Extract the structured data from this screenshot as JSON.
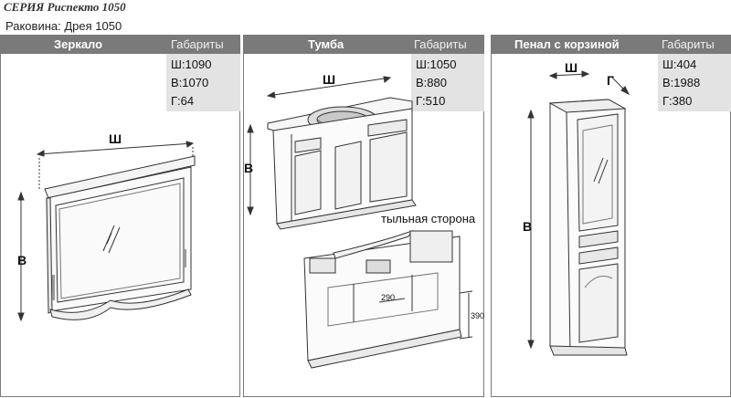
{
  "header": {
    "series": "СЕРИЯ Риспекто 1050",
    "sink": "Раковина: Дрея 1050"
  },
  "panels": [
    {
      "name": "Зеркало",
      "dims_label": "Габариты",
      "dims": [
        "Ш:1090",
        "В:1070",
        "Г:64"
      ],
      "labels": {
        "width": "Ш",
        "height": "В"
      }
    },
    {
      "name": "Тумба",
      "dims_label": "Габариты",
      "dims": [
        "Ш:1050",
        "В:880",
        "Г:510"
      ],
      "labels": {
        "width": "Ш",
        "height": "В"
      },
      "back_label": "тыльная сторона",
      "back_dims": {
        "opening": "290",
        "height": "390"
      }
    },
    {
      "name": "Пенал с корзиной",
      "dims_label": "Габариты",
      "dims": [
        "Ш:404",
        "В:1988",
        "Г:380"
      ],
      "labels": {
        "width": "Ш",
        "depth": "Г",
        "height": "В"
      }
    }
  ]
}
